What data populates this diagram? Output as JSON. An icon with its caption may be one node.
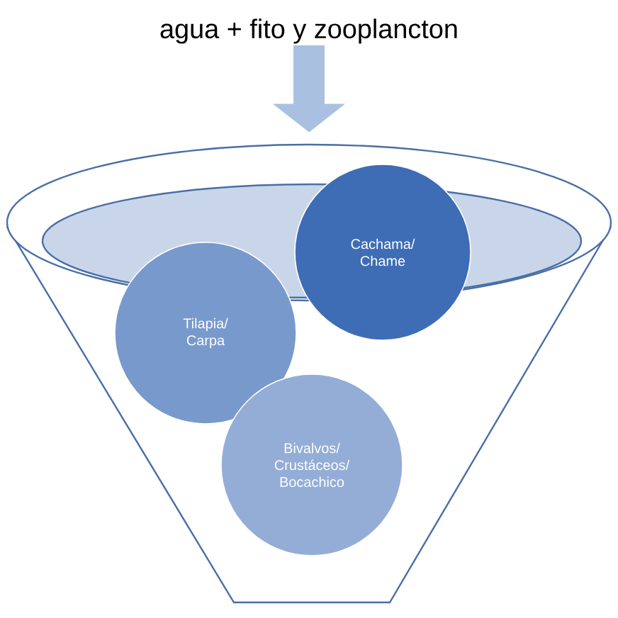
{
  "diagram": {
    "nodes": [
      {
        "text": [
          "agua + fito y zooplancton"
        ]
      },
      {
        "text": [],
        "shape": "funnel"
      },
      {
        "text": [
          "Cachama/ Chame"
        ],
        "in": 1
      },
      {
        "text": [
          "Tilapia/ Carpa"
        ],
        "in": 1
      },
      {
        "text": [
          "Bivalvos/ Crustáceos/ Bocachico"
        ],
        "in": 1
      }
    ],
    "edges": [
      {
        "from": 0,
        "to": 1,
        "arrow": "to"
      }
    ]
  }
}
